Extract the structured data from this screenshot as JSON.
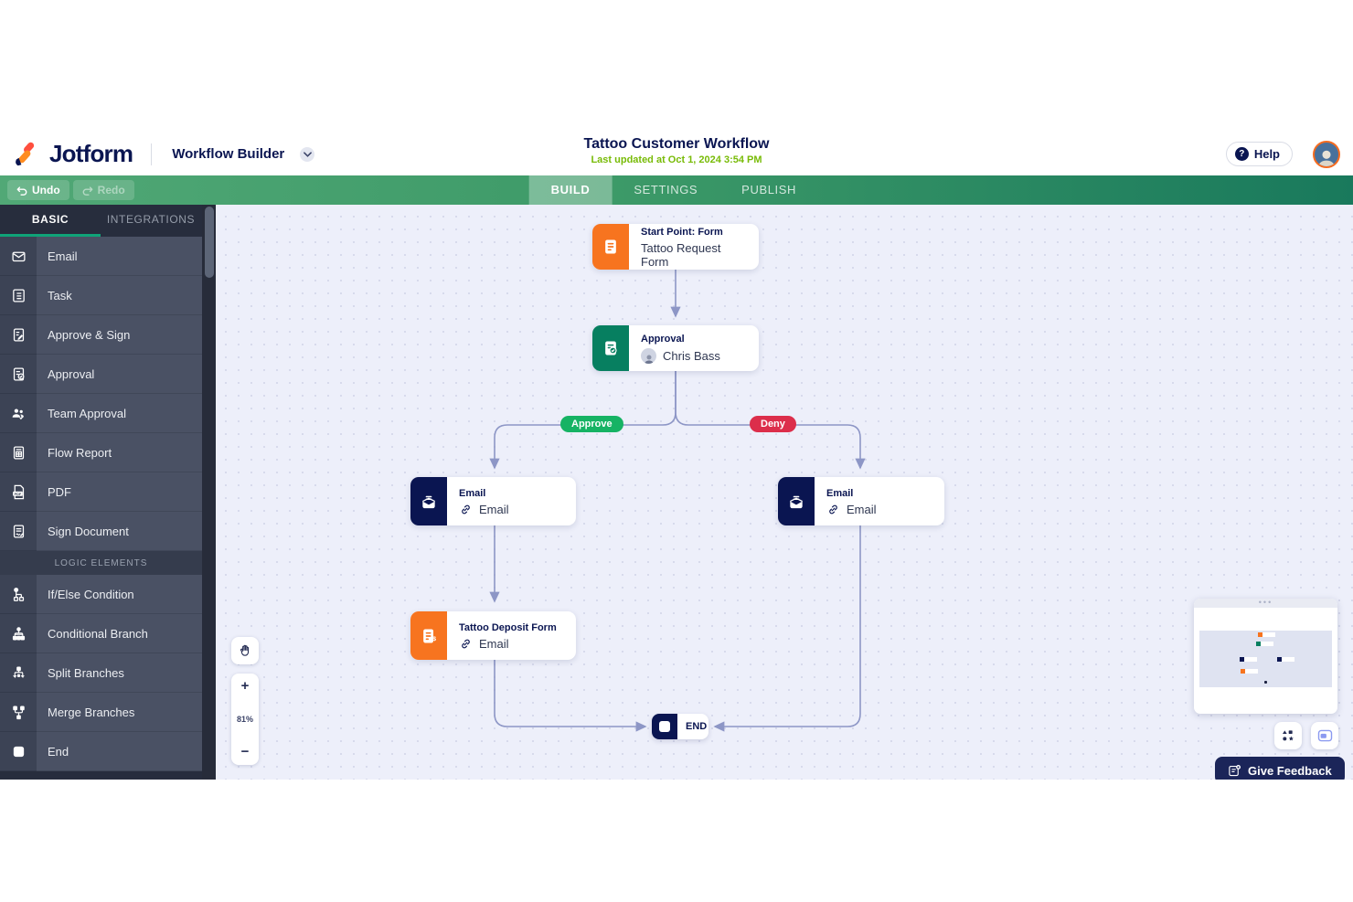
{
  "header": {
    "brand": "Jotform",
    "product": "Workflow Builder",
    "title": "Tattoo Customer Workflow",
    "subtitle": "Last updated at Oct 1, 2024 3:54 PM",
    "help_label": "Help"
  },
  "toolbar": {
    "undo_label": "Undo",
    "redo_label": "Redo",
    "tabs": [
      {
        "label": "BUILD",
        "active": true
      },
      {
        "label": "SETTINGS",
        "active": false
      },
      {
        "label": "PUBLISH",
        "active": false
      }
    ]
  },
  "sidebar": {
    "tab_basic": "BASIC",
    "tab_integrations": "INTEGRATIONS",
    "items": [
      {
        "label": "Email",
        "icon": "email-icon"
      },
      {
        "label": "Task",
        "icon": "task-icon"
      },
      {
        "label": "Approve & Sign",
        "icon": "approve-sign-icon"
      },
      {
        "label": "Approval",
        "icon": "approval-icon"
      },
      {
        "label": "Team Approval",
        "icon": "team-approval-icon"
      },
      {
        "label": "Flow Report",
        "icon": "flow-report-icon"
      },
      {
        "label": "PDF",
        "icon": "pdf-icon"
      },
      {
        "label": "Sign Document",
        "icon": "sign-document-icon"
      }
    ],
    "section_label": "LOGIC ELEMENTS",
    "logic_items": [
      {
        "label": "If/Else Condition",
        "icon": "if-else-icon"
      },
      {
        "label": "Conditional Branch",
        "icon": "conditional-branch-icon"
      },
      {
        "label": "Split Branches",
        "icon": "split-branches-icon"
      },
      {
        "label": "Merge Branches",
        "icon": "merge-branches-icon"
      },
      {
        "label": "End",
        "icon": "end-icon"
      }
    ]
  },
  "flow": {
    "start": {
      "title": "Start Point: Form",
      "subtitle": "Tattoo Request Form"
    },
    "approval": {
      "title": "Approval",
      "assignee": "Chris Bass"
    },
    "approve_label": "Approve",
    "deny_label": "Deny",
    "email_left": {
      "title": "Email",
      "action": "Email"
    },
    "email_right": {
      "title": "Email",
      "action": "Email"
    },
    "deposit": {
      "title": "Tattoo Deposit Form",
      "action": "Email"
    },
    "end_label": "END"
  },
  "controls": {
    "zoom_in": "+",
    "zoom_level": "81%",
    "zoom_out": "−"
  },
  "feedback": {
    "label": "Give Feedback"
  },
  "colors": {
    "navy": "#0a1551",
    "orange": "#f7741f",
    "teal_green": "#077f60",
    "approve_green": "#16b364",
    "deny_red": "#dc2e4b",
    "connector": "#8d96c6",
    "updated_green": "#78bb07",
    "toolbar_green_left": "#51a876",
    "toolbar_green_right": "#19795c"
  }
}
